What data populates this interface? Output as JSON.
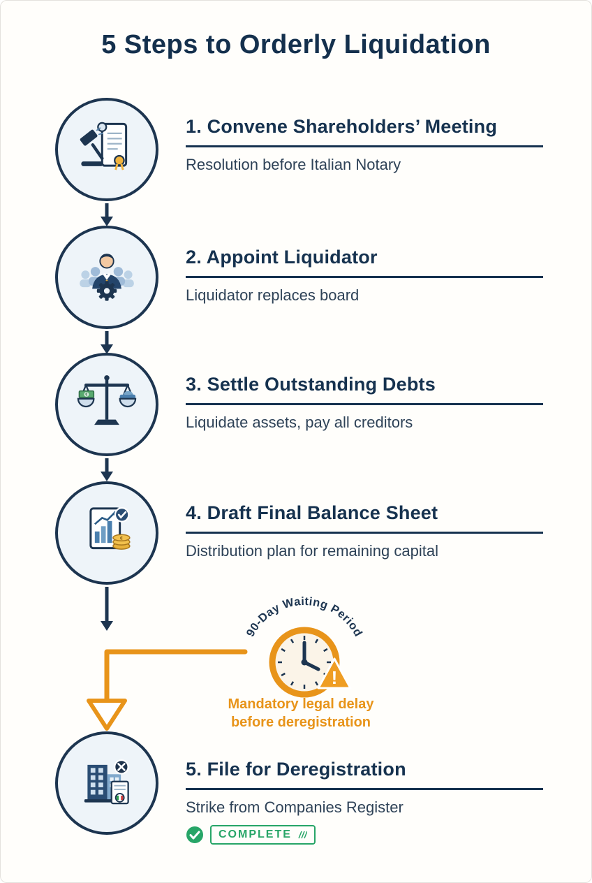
{
  "page": {
    "title": "5 Steps to Orderly Liquidation"
  },
  "steps": [
    {
      "title": "1. Convene Shareholders’ Meeting",
      "subtitle": "Resolution before Italian Notary",
      "icon": "gavel-scroll-icon"
    },
    {
      "title": "2. Appoint Liquidator",
      "subtitle": "Liquidator replaces board",
      "icon": "liquidator-people-gear-icon"
    },
    {
      "title": "3. Settle Outstanding Debts",
      "subtitle": "Liquidate assets, pay all creditors",
      "icon": "balance-scale-assets-icon"
    },
    {
      "title": "4. Draft Final Balance Sheet",
      "subtitle": "Distribution plan for remaining capital",
      "icon": "balance-sheet-coins-icon"
    },
    {
      "title": "5. File for Deregistration",
      "subtitle": "Strike from Companies Register",
      "icon": "building-deregistration-icon"
    }
  ],
  "waiting_period": {
    "arc_label": "90-Day Waiting Period",
    "note_line1": "Mandatory legal delay",
    "note_line2": "before deregistration",
    "warning_mark": "!"
  },
  "complete_badge": {
    "label": "COMPLETE"
  },
  "glyphs": {
    "euro": "€"
  },
  "colors": {
    "navy": "#16324f",
    "orange": "#e8941a",
    "green": "#27a567",
    "circle_fill": "#eef4f9"
  }
}
